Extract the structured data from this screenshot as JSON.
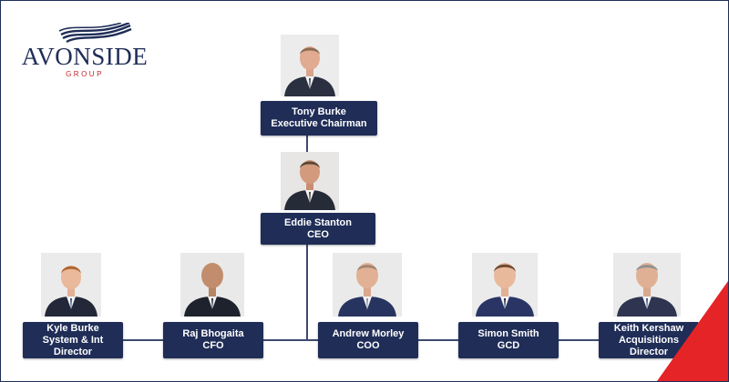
{
  "logo": {
    "name": "AVONSIDE",
    "sub": "GROUP",
    "brand_color": "#1f2d57",
    "accent_color": "#c2272d"
  },
  "people": [
    {
      "id": "tony",
      "name": "Tony Burke",
      "title": "Executive Chairman"
    },
    {
      "id": "eddie",
      "name": "Eddie Stanton",
      "title": "CEO"
    },
    {
      "id": "kyle",
      "name": "Kyle Burke",
      "title": "System & Int",
      "title2": "Director"
    },
    {
      "id": "raj",
      "name": "Raj Bhogaita",
      "title": "CFO"
    },
    {
      "id": "andrew",
      "name": "Andrew Morley",
      "title": "COO"
    },
    {
      "id": "simon",
      "name": "Simon Smith",
      "title": "GCD"
    },
    {
      "id": "keith",
      "name": "Keith Kershaw",
      "title": "Acquisitions",
      "title2": "Director"
    }
  ]
}
